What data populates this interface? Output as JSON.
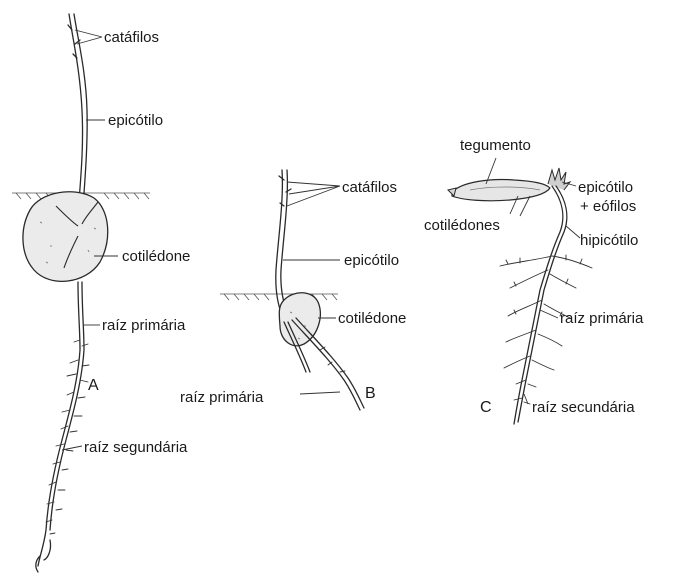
{
  "seedling_a": {
    "letter": "A",
    "labels": {
      "catafilos": "catáfilos",
      "epicotilo": "epicótilo",
      "cotiledone": "cotilédone",
      "raiz_primaria": "raíz primária",
      "raiz_segundaria": "raíz segundária"
    }
  },
  "seedling_b": {
    "letter": "B",
    "labels": {
      "catafilos": "catáfilos",
      "epicotilo": "epicótilo",
      "cotiledone": "cotilédone",
      "raiz_primaria": "raíz primária"
    }
  },
  "seedling_c": {
    "letter": "C",
    "labels": {
      "tegumento": "tegumento",
      "epicotilo_line1": "epicótilo",
      "epicotilo_line2": "+ eófilos",
      "cotiledones": "cotilédones",
      "hipicotilo": "hipicótilo",
      "raiz_primaria": "raíz primária",
      "raiz_secundaria": "raíz secundária"
    }
  }
}
